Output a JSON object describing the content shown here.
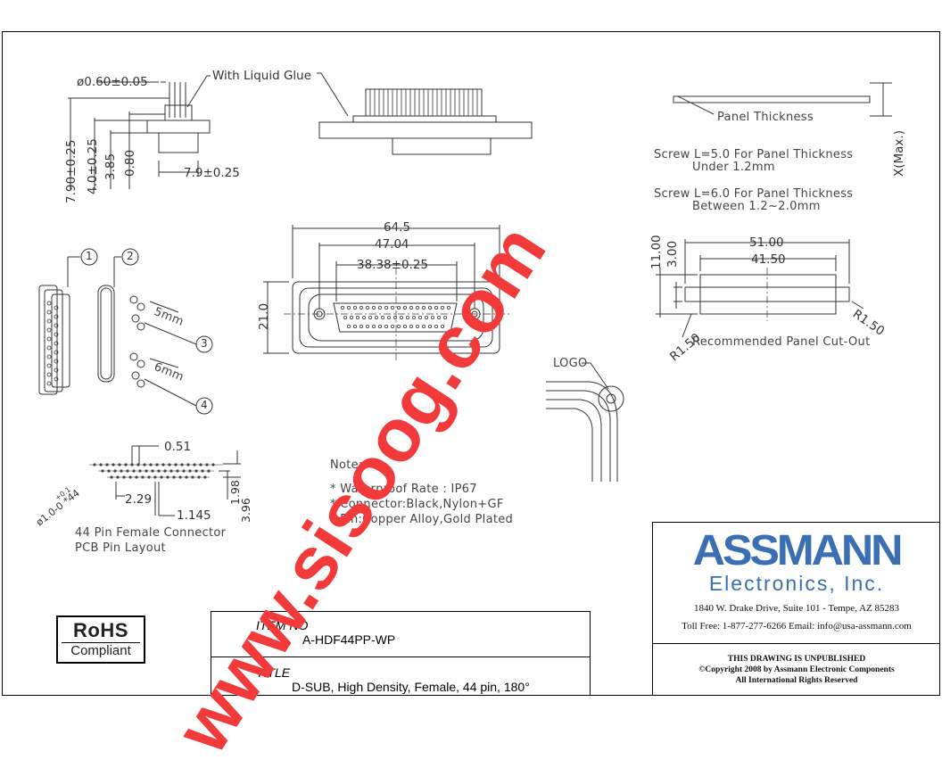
{
  "dims": {
    "pin_dia": "ø0.60±0.05",
    "glue": "With Liquid Glue",
    "h790": "7.90±0.25",
    "h40": "4.0±0.25",
    "h385": "3.85",
    "h080": "0.80",
    "w79": "7.9±0.25",
    "w645": "64.5",
    "w4704": "47.04",
    "w3838": "38.38±0.25",
    "h210": "21.0",
    "panel_thickness": "Panel Thickness",
    "x_max": "X(Max.)",
    "screw_l5": "Screw L=5.0 For Panel Thickness",
    "screw_l5b": "Under 1.2mm",
    "screw_l6": "Screw L=6.0 For Panel Thickness",
    "screw_l6b": "Between 1.2~2.0mm",
    "cut_w51": "51.00",
    "cut_w415": "41.50",
    "cut_h11": "11.00",
    "cut_h3": "3.00",
    "r150a": "R1.50",
    "r150b": "R1.50",
    "cutout_label": "Recommended Panel Cut-Out",
    "part1": "1",
    "part2": "2",
    "part3": "3",
    "part4": "4",
    "mm5": "5mm",
    "mm6": "6mm",
    "logo": "LOGO",
    "pcb_051": "0.51",
    "pcb_229": "2.29",
    "pcb_1145": "1.145",
    "pcb_198": "1.98",
    "pcb_396": "3.96",
    "pcb_hole": "ø1.0-0 *44",
    "pcb_tol": "+0.1",
    "pcb_caption1": "44 Pin Female Connector",
    "pcb_caption2": "PCB Pin Layout"
  },
  "notes": {
    "heading": "Note:",
    "n1": "* Waterproof Rate : IP67",
    "n2": "* Connector:Black,Nylon+GF",
    "n3": "* Pin:Copper Alloy,Gold Plated"
  },
  "rohs": {
    "line1": "RoHS",
    "line2": "Compliant"
  },
  "title_block": {
    "item_label": "ITEM NO",
    "item_value": "A-HDF44PP-WP",
    "title_label": "TITLE",
    "title_value": "D-SUB, High Density, Female, 44 pin, 180°"
  },
  "company": {
    "brand": "ASSMANN",
    "sub": "Electronics, Inc.",
    "address": "1840 W. Drake Drive, Suite 101 - Tempe, AZ 85283",
    "contact": "Toll Free: 1-877-277-6266   Email: info@usa-assmann.com",
    "legal1": "THIS DRAWING IS UNPUBLISHED",
    "legal2": "©Copyright 2008 by Assmann Electronic Components",
    "legal3": "All International Rights Reserved"
  },
  "watermark": "www.sisoog.com",
  "colors": {
    "brand": "#3a6fb3",
    "watermark": "#f23a3a",
    "line": "#333333"
  }
}
